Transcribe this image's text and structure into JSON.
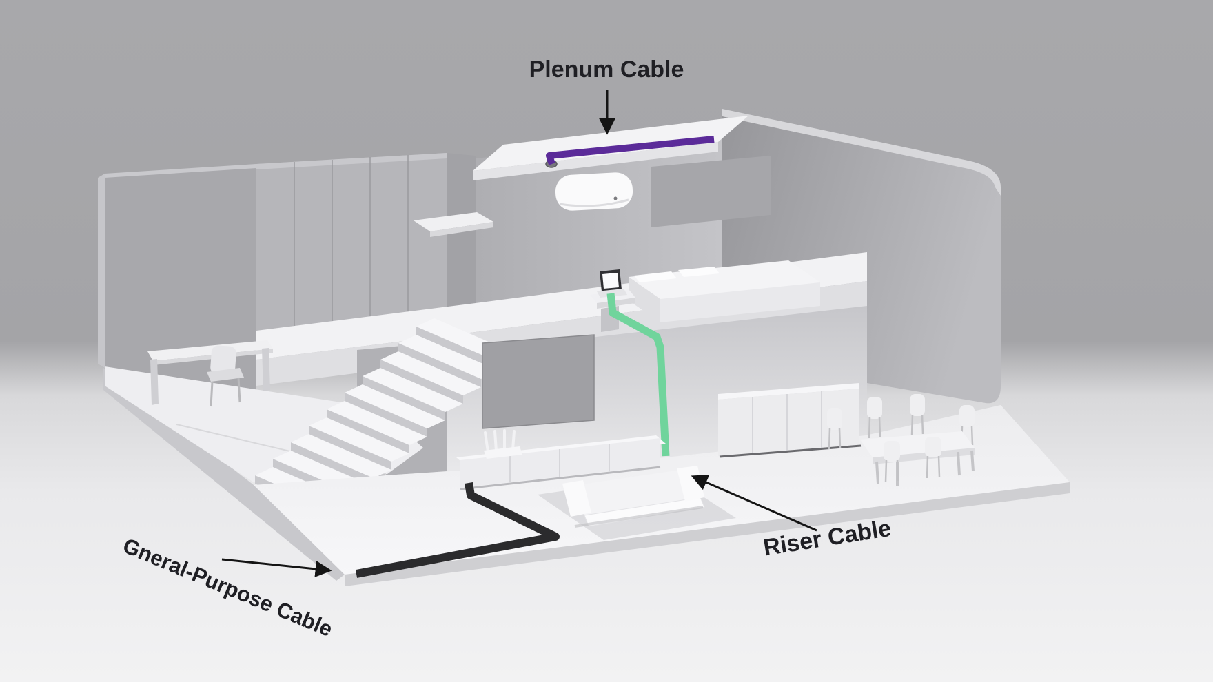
{
  "figure": {
    "labels": {
      "plenum": "Plenum Cable",
      "riser": "Riser Cable",
      "general": "Gneral-Purpose Cable"
    },
    "colors": {
      "plenum_cable": "#5b2b99",
      "riser_cable": "#70d49c",
      "general_cable": "#2b2b2d",
      "arrow": "#141414",
      "label_text": "#1f1f24"
    }
  }
}
